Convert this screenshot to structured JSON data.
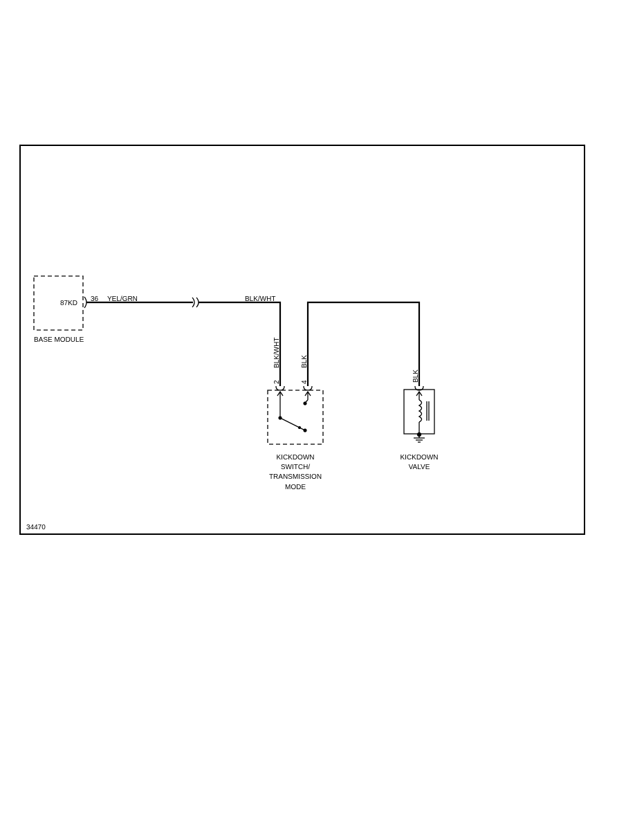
{
  "diagram_id": "34470",
  "base_module": {
    "label": "BASE MODULE",
    "pin_id": "87KD",
    "pin_number": "36"
  },
  "wires": {
    "wire_1_color": "YEL/GRN",
    "wire_2_color_top": "BLK/WHT",
    "wire_2_color_vertical": "BLK/WHT",
    "wire_3_color_vertical": "BLK",
    "wire_3_color_valve": "BLK"
  },
  "kickdown_switch": {
    "label_line1": "KICKDOWN",
    "label_line2": "SWITCH/",
    "label_line3": "TRANSMISSION",
    "label_line4": "MODE",
    "pin_a": "2",
    "pin_b": "4"
  },
  "kickdown_valve": {
    "label_line1": "KICKDOWN",
    "label_line2": "VALVE"
  },
  "colors": {
    "ink": "#000000",
    "background": "#ffffff"
  }
}
